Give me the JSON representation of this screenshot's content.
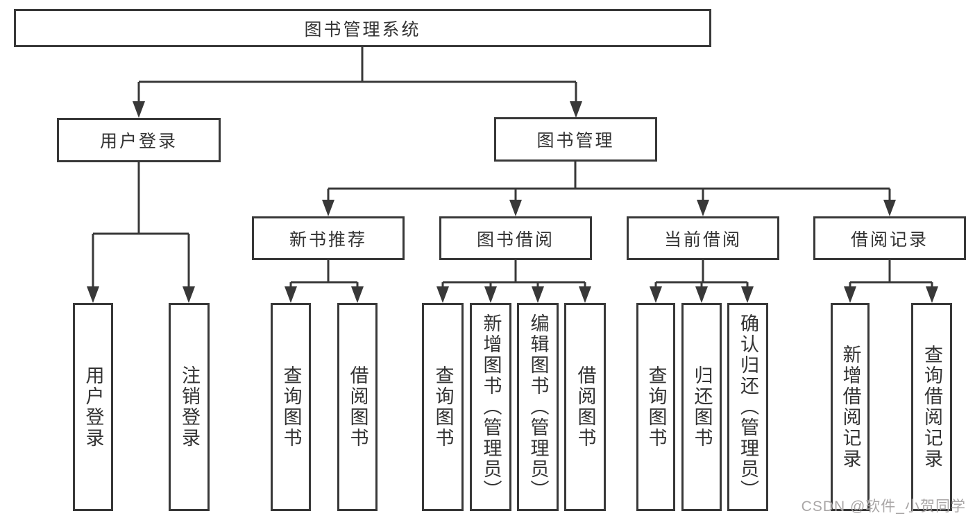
{
  "diagram": {
    "root": "图书管理系统",
    "level2": [
      {
        "label": "用户登录"
      },
      {
        "label": "图书管理"
      }
    ],
    "level3": [
      {
        "label": "新书推荐"
      },
      {
        "label": "图书借阅"
      },
      {
        "label": "当前借阅"
      },
      {
        "label": "借阅记录"
      }
    ],
    "leaves": {
      "user_login": [
        "用户登录",
        "注销登录"
      ],
      "new_books": [
        "查询图书",
        "借阅图书"
      ],
      "book_borrow": [
        "查询图书",
        "新增图书（管理员）",
        "编辑图书（管理员）",
        "借阅图书"
      ],
      "current_borrow": [
        "查询图书",
        "归还图书",
        "确认归还（管理员）"
      ],
      "borrow_records": [
        "新增借阅记录",
        "查询借阅记录"
      ]
    }
  },
  "colors": {
    "line": "#383838",
    "text": "#333333",
    "watermark": "#a9a6a6"
  },
  "watermark": "CSDN @软件_小贺同学"
}
